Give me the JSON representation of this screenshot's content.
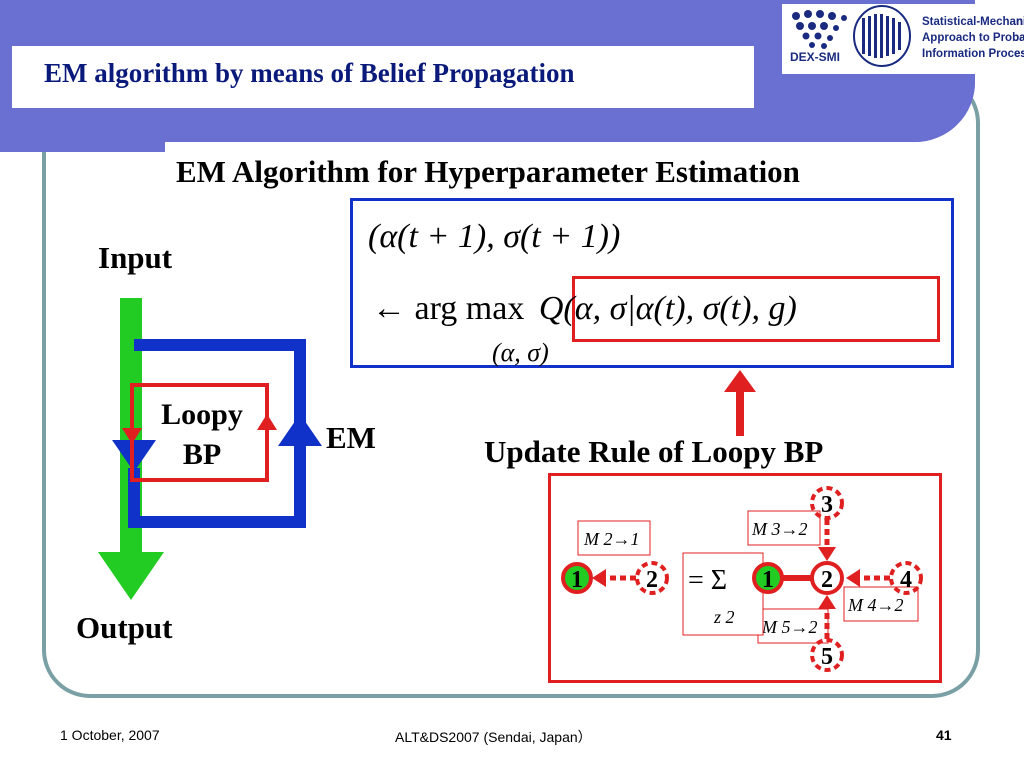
{
  "slide": {
    "title": "EM algorithm by means of  Belief Propagation",
    "subtitle": "EM Algorithm for Hyperparameter Estimation"
  },
  "logo": {
    "abbr": "DEX-SMI",
    "line1": "Statistical-Mechanical",
    "line2": "Approach to Probabilistic",
    "line3": "Information Processing",
    "color": "#1a2a80"
  },
  "formula": {
    "line1": "(α(t + 1), σ(t + 1))",
    "arrow": "←",
    "argmax": "arg max",
    "q_expr": "Q(α, σ|α(t), σ(t), g)",
    "under": "(α, σ)"
  },
  "diagram": {
    "input": "Input",
    "output": "Output",
    "em": "EM",
    "loopy_bp": [
      "Loopy",
      "BP"
    ]
  },
  "update": {
    "title": "Update Rule of Loopy BP",
    "nodes": [
      "1",
      "2",
      "1",
      "2",
      "3",
      "4",
      "5"
    ],
    "messages": {
      "m21": "M 2→1",
      "m32": "M 3→2",
      "m42": "M 4→2",
      "m52": "M 5→2"
    },
    "sum_eq": "= Σ",
    "sum_sub": "z 2"
  },
  "footer": {
    "date": "1 October, 2007",
    "conference": "ALT&DS2007 (Sendai, Japan）",
    "page": "41"
  },
  "colors": {
    "header": "#6a6fd2",
    "title_text": "#0a1a7a",
    "frame": "#7aa0a6",
    "blue": "#1032c8",
    "red": "#e02020",
    "green": "#22cc22"
  }
}
